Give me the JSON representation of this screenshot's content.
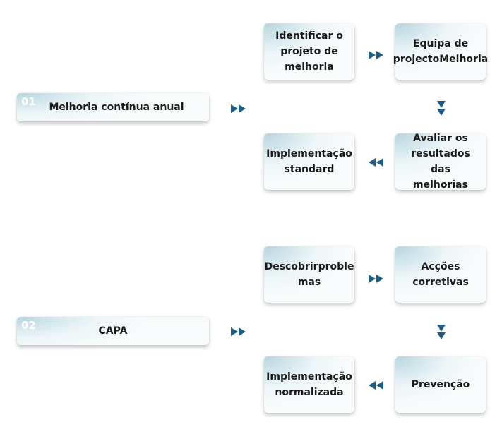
{
  "colors": {
    "arrow": "#1f5d84",
    "box_gradient_start": "#b7d4de",
    "box_gradient_end": "#f8fbfc"
  },
  "section1": {
    "number": "01",
    "title": "Melhoria contínua anual",
    "steps": [
      {
        "lines": [
          "Identificar o",
          "projeto de",
          "melhoria"
        ]
      },
      {
        "lines": [
          "Equipa de",
          "projectoMelhoria"
        ]
      },
      {
        "lines": [
          "Avaliar os",
          "resultados das",
          "melhorias"
        ]
      },
      {
        "lines": [
          "Implementação",
          "standard"
        ]
      }
    ]
  },
  "section2": {
    "number": "02",
    "title": "CAPA",
    "steps": [
      {
        "lines": [
          "Descobrirproble",
          "mas"
        ]
      },
      {
        "lines": [
          "Acções corretivas"
        ]
      },
      {
        "lines": [
          "Prevenção"
        ]
      },
      {
        "lines": [
          "Implementação",
          "normalizada"
        ]
      }
    ]
  }
}
